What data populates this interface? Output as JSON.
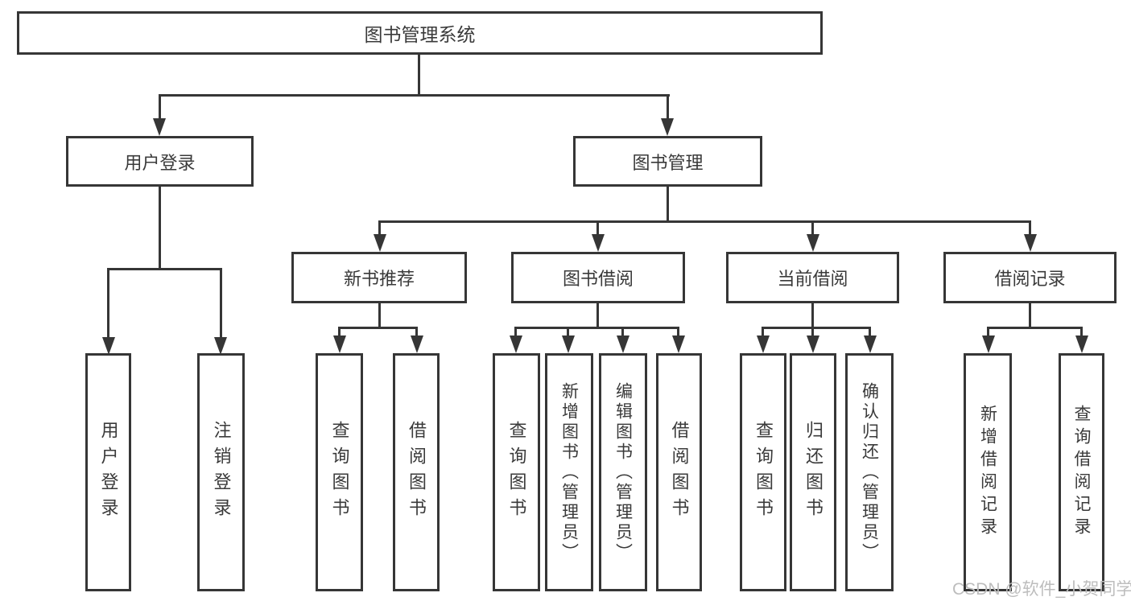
{
  "colors": {
    "line": "#363636",
    "text": "#3a3a3a",
    "watermark": "#bdbdbd",
    "background": "#ffffff"
  },
  "watermark": "CSDN @软件_小贺同学",
  "diagram": {
    "root": {
      "label": "图书管理系统"
    },
    "branches": [
      {
        "label": "用户登录",
        "children": [
          {
            "label": "用户登录"
          },
          {
            "label": "注销登录"
          }
        ]
      },
      {
        "label": "图书管理",
        "children": [
          {
            "label": "新书推荐",
            "children": [
              {
                "label": "查询图书"
              },
              {
                "label": "借阅图书"
              }
            ]
          },
          {
            "label": "图书借阅",
            "children": [
              {
                "label": "查询图书"
              },
              {
                "label": "新增图书（管理员）"
              },
              {
                "label": "编辑图书（管理员）"
              },
              {
                "label": "借阅图书"
              }
            ]
          },
          {
            "label": "当前借阅",
            "children": [
              {
                "label": "查询图书"
              },
              {
                "label": "归还图书"
              },
              {
                "label": "确认归还（管理员）"
              }
            ]
          },
          {
            "label": "借阅记录",
            "children": [
              {
                "label": "新增借阅记录"
              },
              {
                "label": "查询借阅记录"
              }
            ]
          }
        ]
      }
    ]
  }
}
